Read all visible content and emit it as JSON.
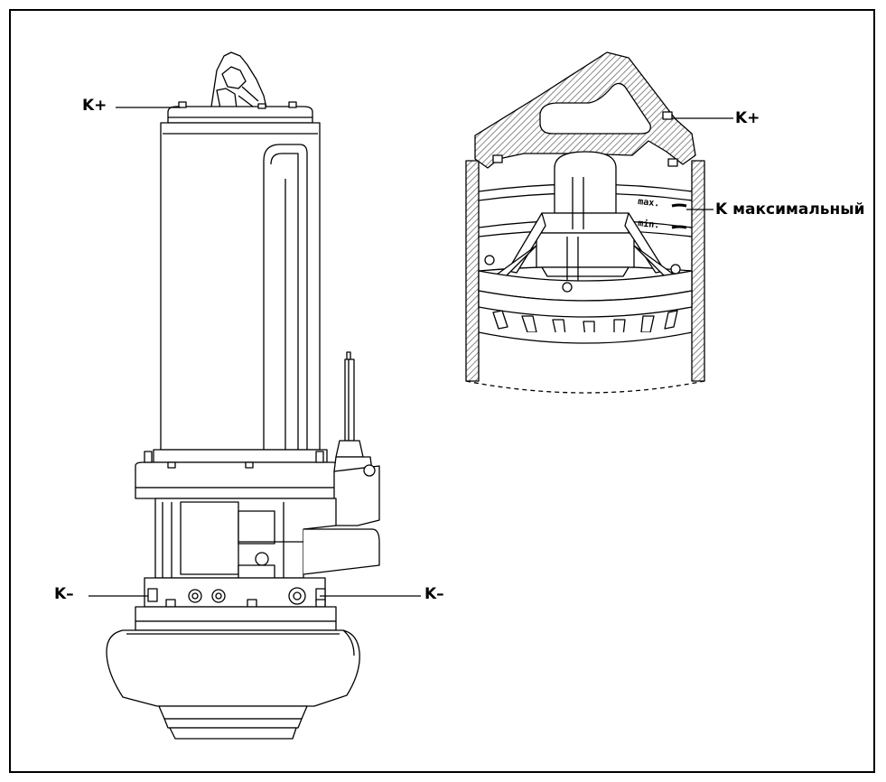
{
  "labels": {
    "k_plus_left": "K+",
    "k_plus_right": "K+",
    "k_max": "K максимальный",
    "k_minus_left": "K–",
    "k_minus_right": "K–"
  },
  "engraving": {
    "upper": "max.",
    "lower": "min."
  },
  "colors": {
    "line": "#000000",
    "fill": "#ffffff",
    "hatch": "#6e6e6e"
  }
}
